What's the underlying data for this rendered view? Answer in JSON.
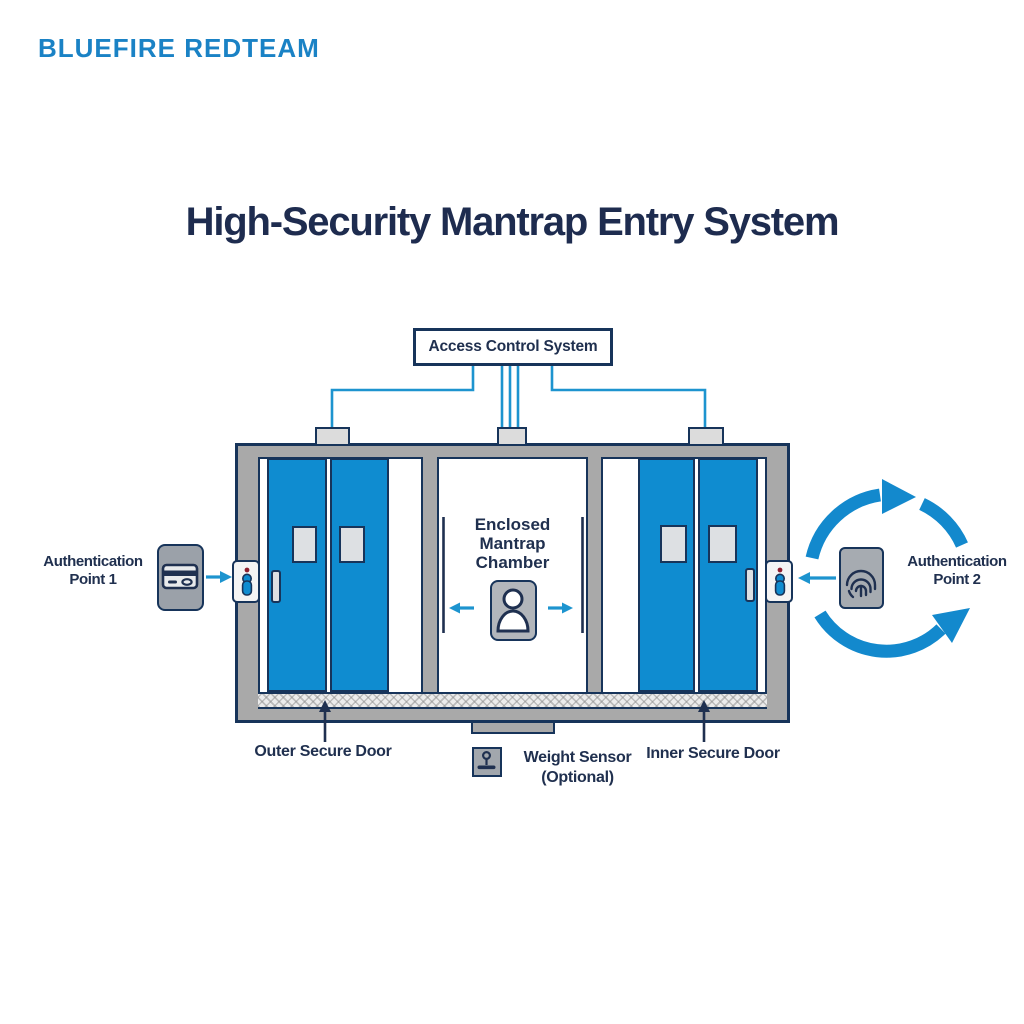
{
  "brand": {
    "name": "BLUEFIRE REDTEAM"
  },
  "title": "High-Security Mantrap Entry System",
  "access_control": {
    "label": "Access Control System"
  },
  "chamber": {
    "line1": "Enclosed",
    "line2": "Mantrap",
    "line3": "Chamber"
  },
  "auth_point_1": {
    "line1": "Authentication",
    "line2": "Point 1"
  },
  "auth_point_2": {
    "line1": "Authentication",
    "line2": "Point 2"
  },
  "doors": {
    "outer_label": "Outer Secure Door",
    "inner_label": "Inner Secure Door"
  },
  "weight_sensor": {
    "line1": "Weight Sensor",
    "line2": "(Optional)"
  },
  "icons": {
    "card_reader": "card-reader-icon",
    "fingerprint": "fingerprint-scanner-icon",
    "person_badge": "person-icon",
    "wall_reader": "wall-badge-reader-icon",
    "weight": "weight-sensor-icon",
    "cycle": "cycle-arrows-icon"
  },
  "colors": {
    "brand_blue": "#1a82c5",
    "title_navy": "#1e2c4f",
    "outline_navy": "#17345a",
    "door_blue": "#0f8cd0",
    "line_blue": "#1d94cf",
    "cycle_blue": "#1389cd",
    "wall_gray": "#a9a9a9",
    "panel_gray": "#9ba1a9",
    "light_gray": "#dcdcdc",
    "indicator_red": "#8e1f2f"
  }
}
